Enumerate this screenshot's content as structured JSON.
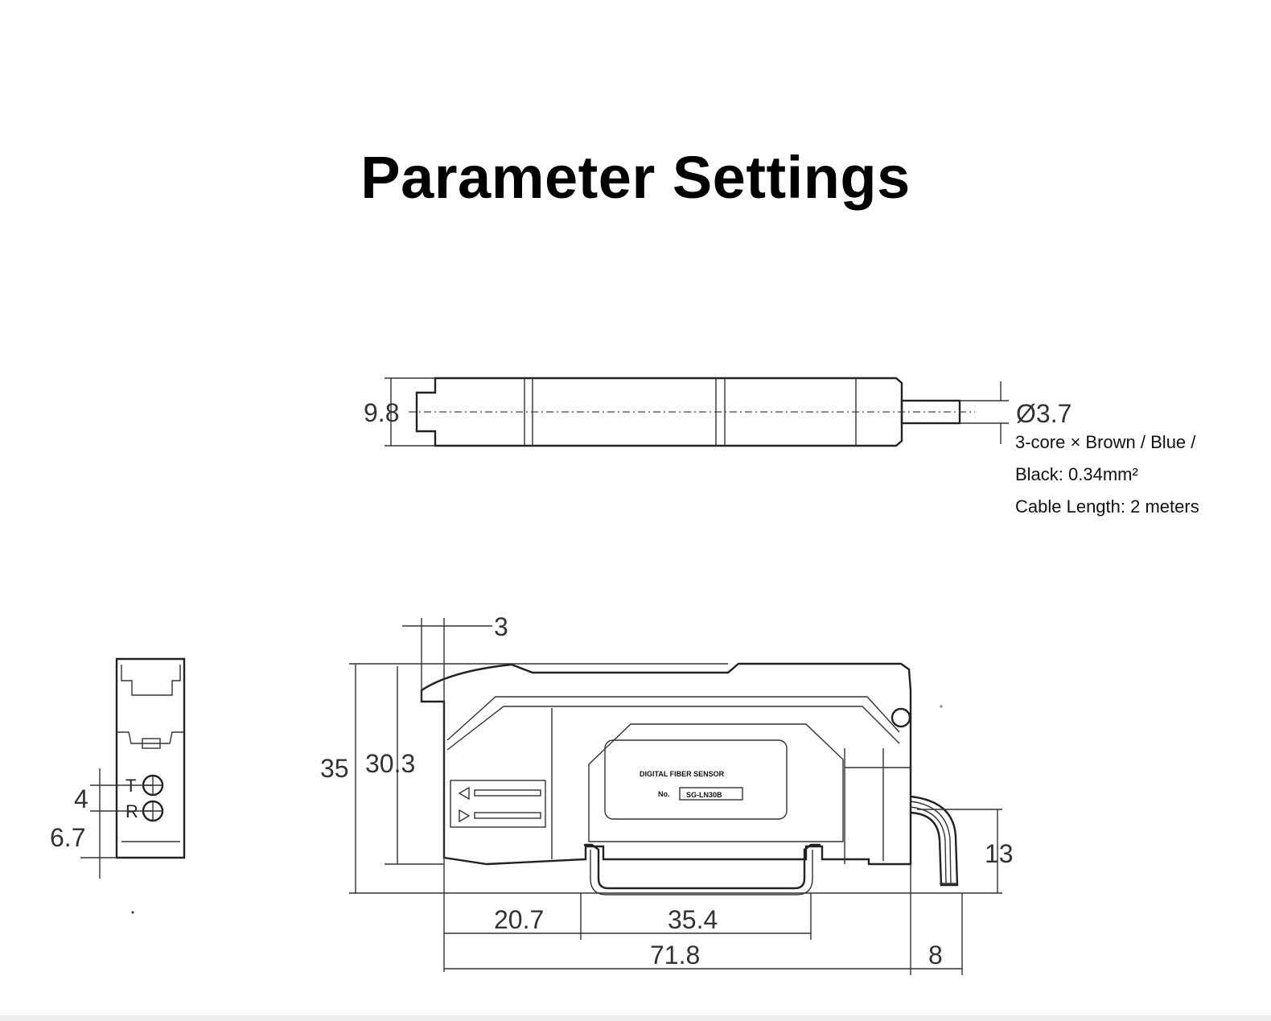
{
  "page": {
    "title": "Parameter Settings"
  },
  "top_view": {
    "height_dim": "9.8",
    "cable_diameter_dim": "Ø3.7"
  },
  "cable_spec": {
    "line1": "3-core × Brown / Blue /",
    "line2": "Black: 0.34mm²",
    "line3": "Cable Length: 2 meters"
  },
  "side_view": {
    "dim_offset": "3",
    "dim_total_height": "35",
    "dim_body_height": "30.3",
    "dim_rail_offset": "20.7",
    "dim_rail_width": "35.4",
    "dim_length": "71.8",
    "dim_cable_reach": "8",
    "dim_cable_height": "13",
    "label_text": "DIGITAL FIBER SENSOR",
    "model_prefix": "No.",
    "model_no": "SG-LN30B"
  },
  "end_view": {
    "emitter_label": "T",
    "receiver_label": "R",
    "dim_port_pitch": "4",
    "dim_port_offset": "6.7"
  },
  "colors": {
    "line": "#222222",
    "text": "#000000",
    "background": "#ffffff"
  }
}
